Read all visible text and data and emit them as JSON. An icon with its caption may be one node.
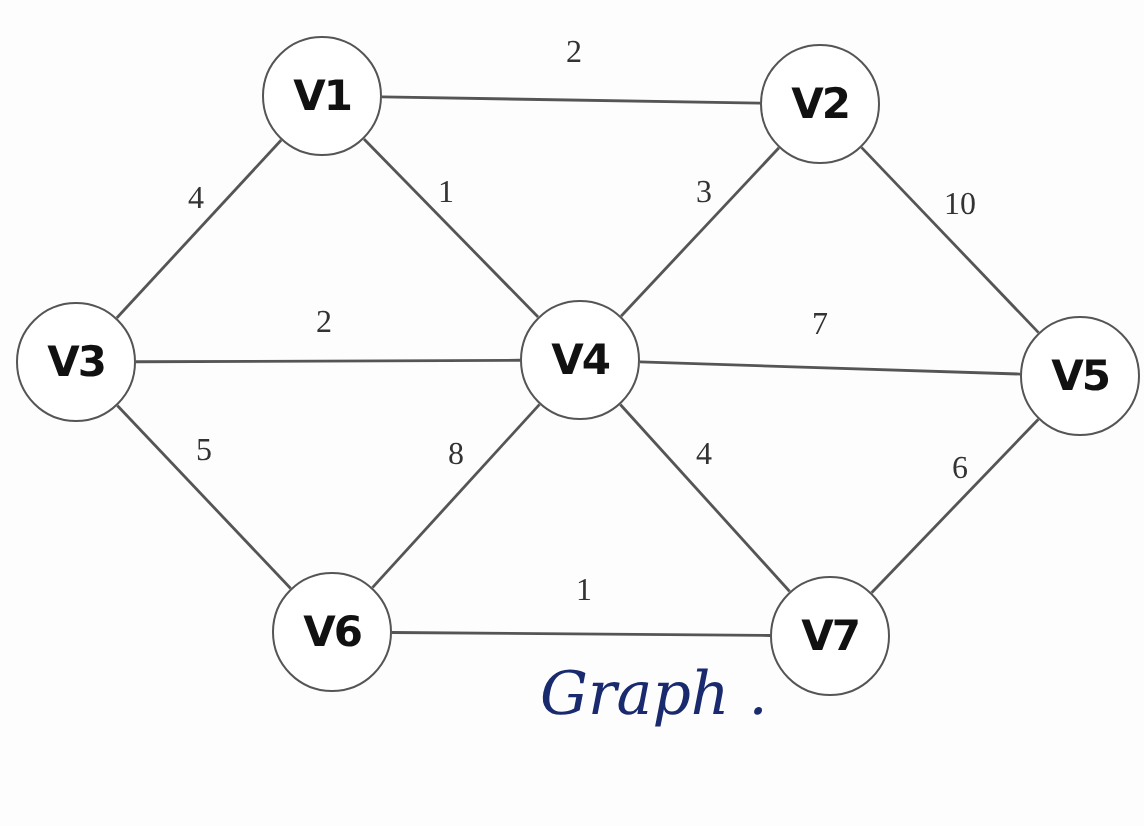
{
  "diagram": {
    "caption": "Graph .",
    "nodes": [
      {
        "text": [
          "V1"
        ]
      },
      {
        "text": [
          "V2"
        ]
      },
      {
        "text": [
          "V3"
        ]
      },
      {
        "text": [
          "V4"
        ]
      },
      {
        "text": [
          "V5"
        ]
      },
      {
        "text": [
          "V6"
        ]
      },
      {
        "text": [
          "V7"
        ]
      }
    ],
    "edges": [
      {
        "from": 0,
        "to": 1,
        "arrow": "none",
        "label": "2"
      },
      {
        "from": 0,
        "to": 2,
        "arrow": "none",
        "label": "4"
      },
      {
        "from": 0,
        "to": 3,
        "arrow": "none",
        "label": "1"
      },
      {
        "from": 1,
        "to": 3,
        "arrow": "none",
        "label": "3"
      },
      {
        "from": 1,
        "to": 4,
        "arrow": "none",
        "label": "10"
      },
      {
        "from": 2,
        "to": 3,
        "arrow": "none",
        "label": "2"
      },
      {
        "from": 3,
        "to": 4,
        "arrow": "none",
        "label": "7"
      },
      {
        "from": 2,
        "to": 5,
        "arrow": "none",
        "label": "5"
      },
      {
        "from": 3,
        "to": 5,
        "arrow": "none",
        "label": "8"
      },
      {
        "from": 3,
        "to": 6,
        "arrow": "none",
        "label": "4"
      },
      {
        "from": 4,
        "to": 6,
        "arrow": "none",
        "label": "6"
      },
      {
        "from": 5,
        "to": 6,
        "arrow": "none",
        "label": "1"
      }
    ]
  }
}
